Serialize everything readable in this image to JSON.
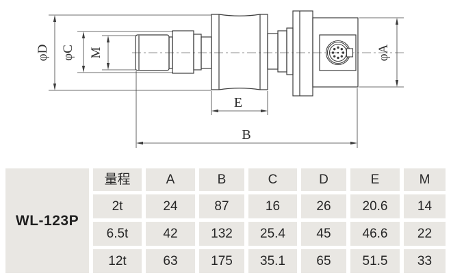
{
  "drawing": {
    "labels": {
      "phiD": "φD",
      "phiC": "φC",
      "M": "M",
      "phiA": "φA",
      "E": "E",
      "B": "B"
    }
  },
  "table": {
    "model": "WL-123P",
    "columns": [
      "量程",
      "A",
      "B",
      "C",
      "D",
      "E",
      "M"
    ],
    "rows": [
      [
        "2t",
        "24",
        "87",
        "16",
        "26",
        "20.6",
        "14"
      ],
      [
        "6.5t",
        "42",
        "132",
        "25.4",
        "45",
        "46.6",
        "22"
      ],
      [
        "12t",
        "63",
        "175",
        "35.1",
        "65",
        "51.5",
        "33"
      ]
    ]
  },
  "colors": {
    "page_bg": "#ffffff",
    "cell_bg": "#e9e7e3",
    "line": "#3c3c3c",
    "centerline": "#8f8f8f",
    "text": "#262626"
  }
}
